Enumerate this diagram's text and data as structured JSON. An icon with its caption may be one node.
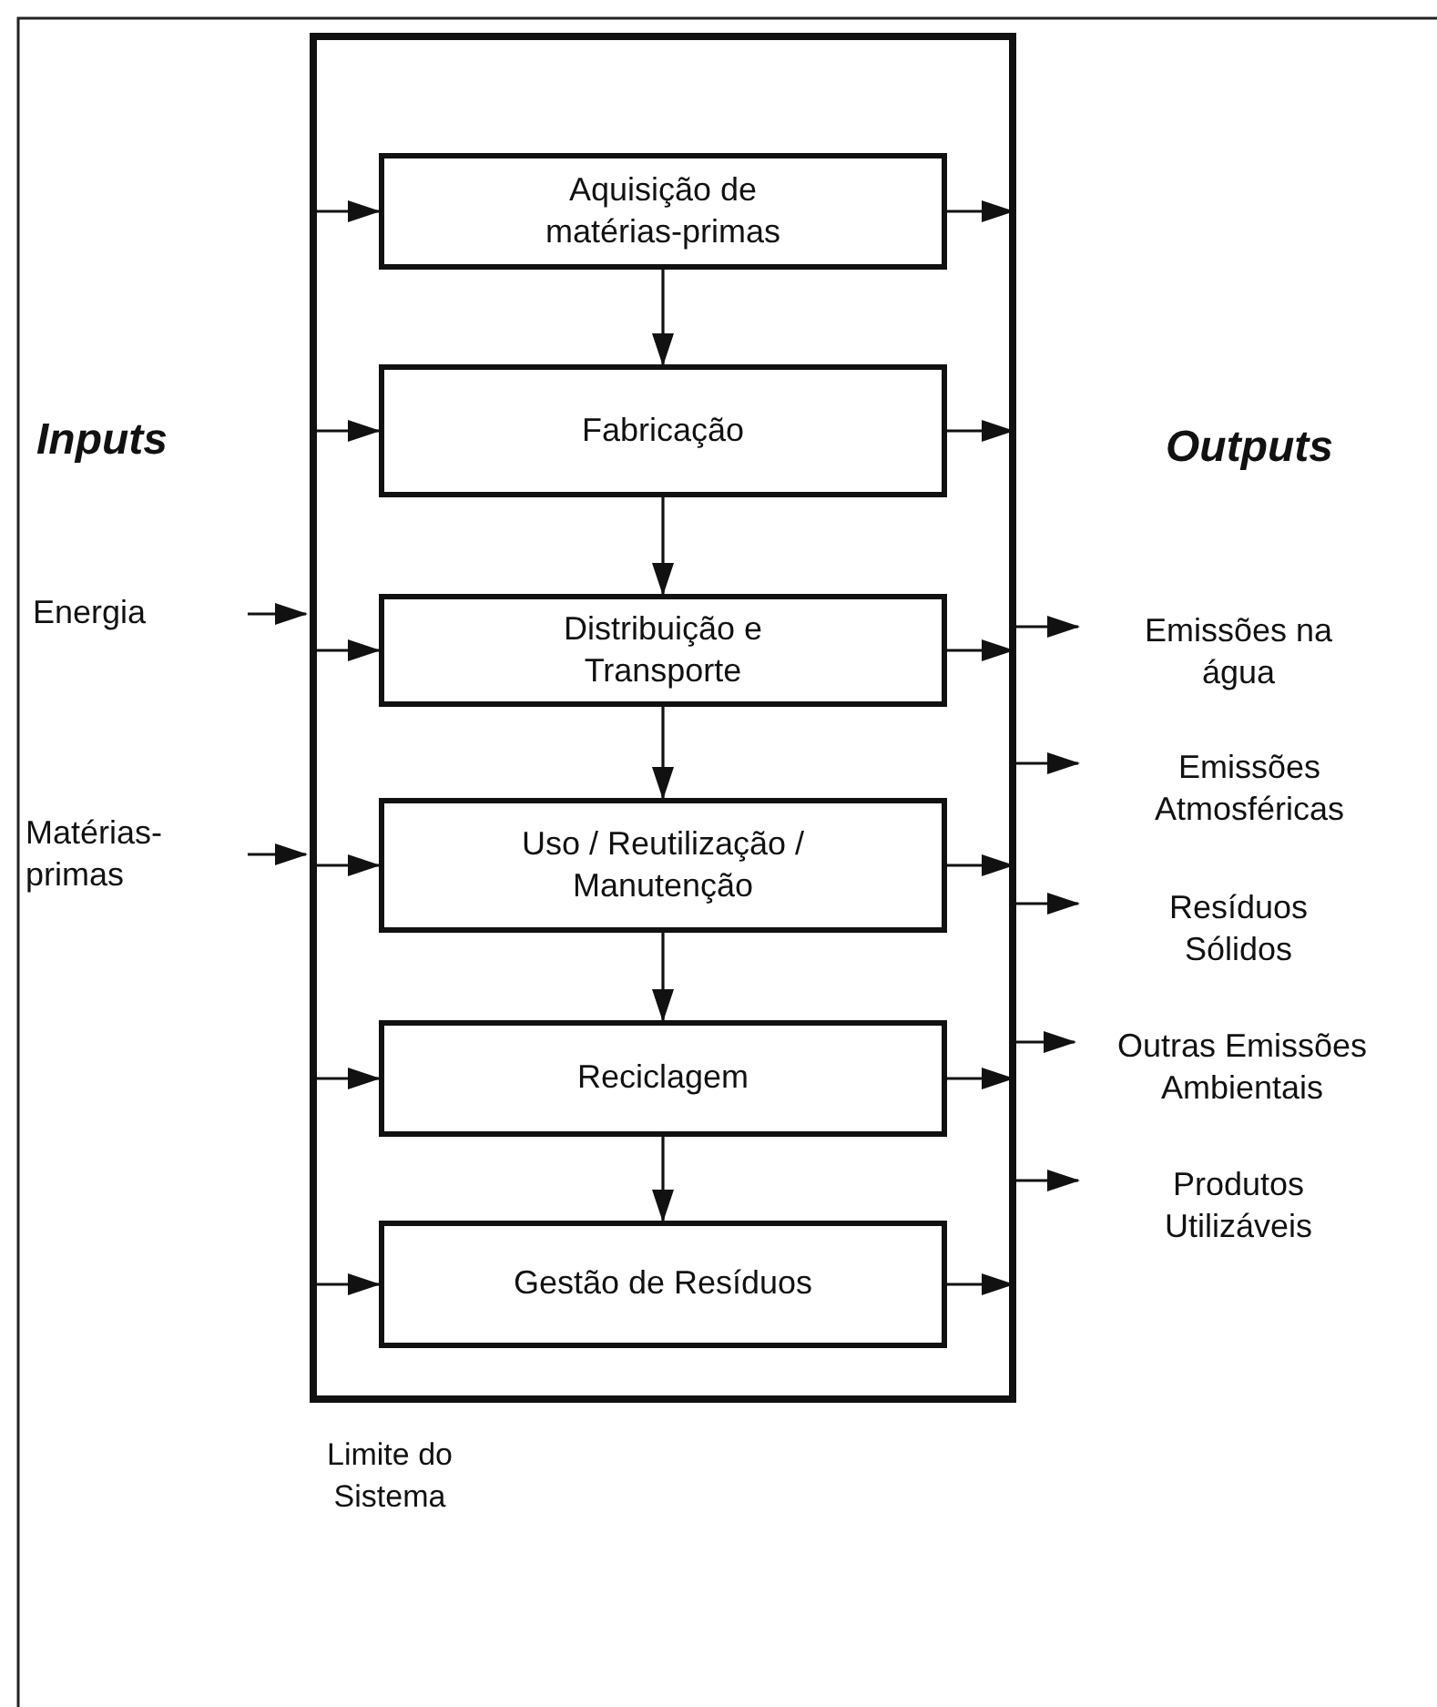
{
  "diagram": {
    "nodes": [
      {
        "text": [],
        "shape": "box",
        "beside": [
          "Limite do Sistema"
        ]
      },
      {
        "text": [
          "Aquisição de matérias-primas"
        ],
        "in": 0
      },
      {
        "text": [
          "Fabricação"
        ],
        "in": 0
      },
      {
        "text": [
          "Distribuição e Transporte"
        ],
        "in": 0
      },
      {
        "text": [
          "Uso / Reutilização / Manutenção"
        ],
        "in": 0
      },
      {
        "text": [
          "Reciclagem"
        ],
        "in": 0
      },
      {
        "text": [
          "Gestão de Resíduos"
        ],
        "in": 0
      },
      {
        "text": [
          "Energia"
        ]
      },
      {
        "text": [
          "Matérias-primas"
        ]
      },
      {
        "text": [
          "Emissões na água"
        ]
      },
      {
        "text": [
          "Emissões Atmosféricas"
        ]
      },
      {
        "text": [
          "Resíduos Sólidos"
        ]
      },
      {
        "text": [
          "Outras Emissões Ambientais"
        ]
      },
      {
        "text": [
          "Produtos Utilizáveis"
        ]
      }
    ],
    "edges": [
      {
        "from": 1,
        "to": 2,
        "arrow": "to"
      },
      {
        "from": 2,
        "to": 3,
        "arrow": "to"
      },
      {
        "from": 3,
        "to": 4,
        "arrow": "to"
      },
      {
        "from": 4,
        "to": 5,
        "arrow": "to"
      },
      {
        "from": 5,
        "to": 6,
        "arrow": "to"
      },
      {
        "from": 0,
        "to": 1,
        "arrow": "to"
      },
      {
        "from": 0,
        "to": 2,
        "arrow": "to"
      },
      {
        "from": 0,
        "to": 3,
        "arrow": "to"
      },
      {
        "from": 0,
        "to": 4,
        "arrow": "to"
      },
      {
        "from": 0,
        "to": 5,
        "arrow": "to"
      },
      {
        "from": 0,
        "to": 6,
        "arrow": "to"
      },
      {
        "from": 1,
        "to": 0,
        "arrow": "to"
      },
      {
        "from": 2,
        "to": 0,
        "arrow": "to"
      },
      {
        "from": 3,
        "to": 0,
        "arrow": "to"
      },
      {
        "from": 4,
        "to": 0,
        "arrow": "to"
      },
      {
        "from": 5,
        "to": 0,
        "arrow": "to"
      },
      {
        "from": 6,
        "to": 0,
        "arrow": "to"
      },
      {
        "from": 7,
        "to": 0,
        "arrow": "to"
      },
      {
        "from": 8,
        "to": 0,
        "arrow": "to"
      },
      {
        "from": 0,
        "to": 9,
        "arrow": "to"
      },
      {
        "from": 0,
        "to": 10,
        "arrow": "to"
      },
      {
        "from": 0,
        "to": 11,
        "arrow": "to"
      },
      {
        "from": 0,
        "to": 12,
        "arrow": "to"
      },
      {
        "from": 0,
        "to": 13,
        "arrow": "to"
      }
    ],
    "labels": [
      "Inputs",
      "Outputs"
    ]
  }
}
